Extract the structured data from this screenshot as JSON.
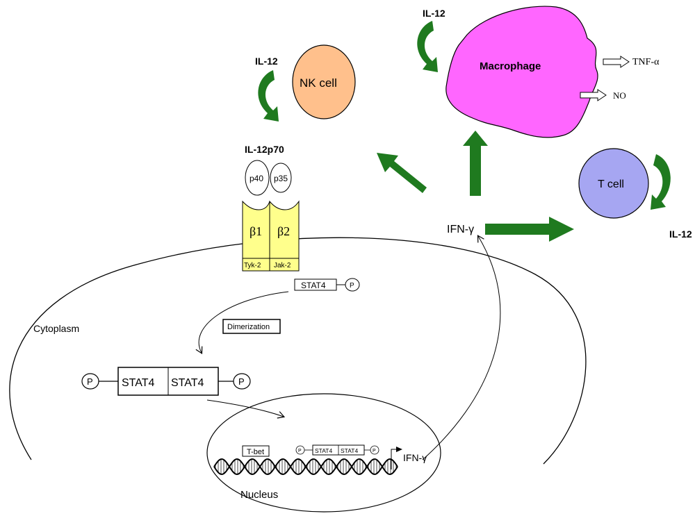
{
  "labels": {
    "il12_macrophage": "IL-12",
    "il12_nk": "IL-12",
    "il12_tcell": "IL-12",
    "macrophage": "Macrophage",
    "tnf": "TNF-α",
    "no": "NO",
    "nk_cell": "NK cell",
    "t_cell": "T cell",
    "il12p70": "IL-12p70",
    "p40": "p40",
    "p35": "p35",
    "beta1": "β1",
    "beta2": "β2",
    "tyk2": "Tyk-2",
    "jak2": "Jak-2",
    "ifng_top": "IFN-γ",
    "stat4_single": "STAT4",
    "p_single": "P",
    "dimerization": "Dimerization",
    "cytoplasm": "Cytoplasm",
    "p_left": "P",
    "stat4_dimer_left": "STAT4",
    "stat4_dimer_right": "STAT4",
    "p_right": "P",
    "tbet": "T-bet",
    "p_nuc_left": "P",
    "stat4_nuc_left": "STAT4",
    "stat4_nuc_right": "STAT4",
    "p_nuc_right": "P",
    "ifng_gene": "IFN-γ",
    "nucleus": "Nucleus"
  },
  "colors": {
    "arrow_green": "#1f7a1f",
    "macrophage": "#ff66ff",
    "nk_cell": "#ffc08c",
    "t_cell": "#a6a6f2",
    "receptor": "#ffff8c"
  }
}
